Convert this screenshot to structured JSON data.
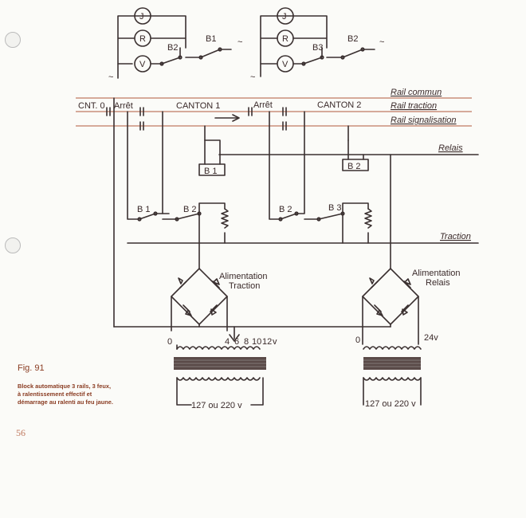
{
  "figure": {
    "number": "Fig. 91",
    "caption": "Block automatique 3 rails, 3 feux, à ralentissement effectif et démarrage au ralenti au feu jaune.",
    "page_number": "56"
  },
  "signals": {
    "left": {
      "lamps": [
        "J",
        "R",
        "V"
      ],
      "contacts": [
        "B2",
        "B1"
      ],
      "supply": "~"
    },
    "right": {
      "lamps": [
        "J",
        "R",
        "V"
      ],
      "contacts": [
        "B3",
        "B2"
      ],
      "supply": "~"
    }
  },
  "rails": {
    "commun": "Rail commun",
    "traction": "Rail traction",
    "signalisation": "Rail signalisation",
    "relais": "Relais",
    "traction_bus": "Traction"
  },
  "sections": {
    "cnt0": "CNT. 0",
    "arret1": "Arrêt",
    "canton1": "CANTON 1",
    "arret2": "Arrêt",
    "canton2": "CANTON 2"
  },
  "relays": {
    "b1": "B 1",
    "b2": "B 2"
  },
  "contacts": {
    "b1": "B 1",
    "b2a": "B 2",
    "b2b": "B 2",
    "b3": "B 3"
  },
  "supplies": {
    "traction": {
      "label_line1": "Alimentation",
      "label_line2": "Traction",
      "taps": {
        "t0": "0",
        "t4": "4",
        "t6": "6",
        "t8": "8",
        "t10": "10",
        "t12": "12",
        "unit": "v"
      },
      "mains": "127 ou 220 v"
    },
    "relais": {
      "label_line1": "Alimentation",
      "label_line2": "Relais",
      "tap0": "0",
      "tap24": "24v",
      "mains": "127 ou 220 v"
    }
  },
  "colors": {
    "ink": "#3a3030",
    "print": "#8a3c22"
  }
}
